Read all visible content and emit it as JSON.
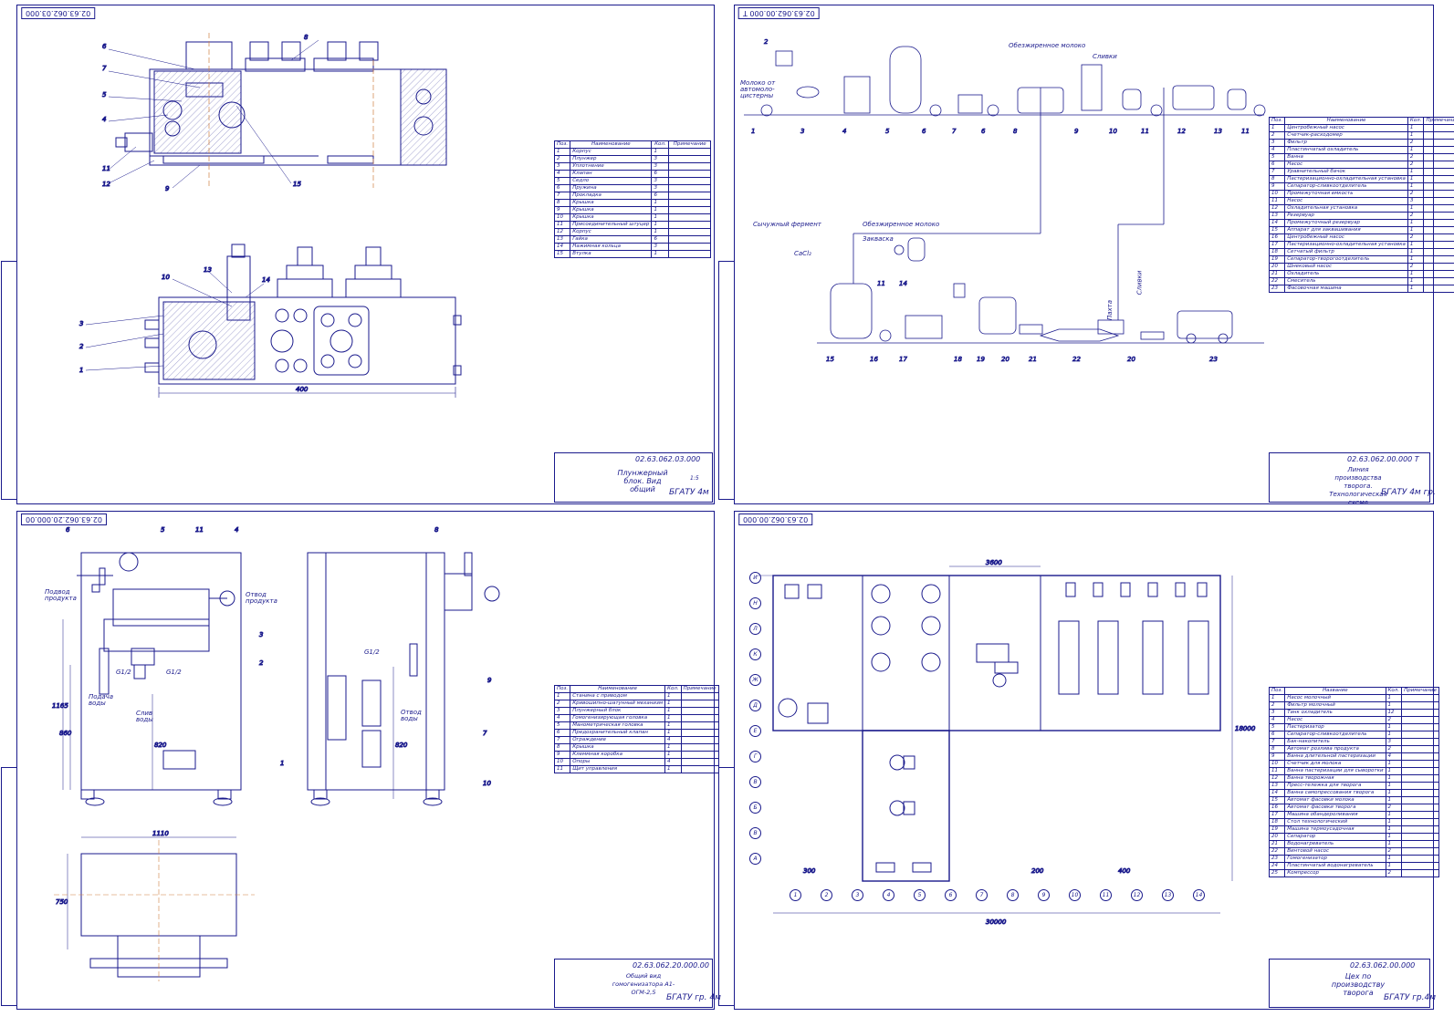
{
  "sheets": {
    "plunger": {
      "code_tab": "02.63.062.03.000",
      "stamp_code": "02.63.062.03.000",
      "stamp_title": "Плунжерный блок. Вид общий",
      "stamp_org": "БГАТУ 4м",
      "stamp_scale": "1:5",
      "dimension": "400",
      "callouts": [
        "1",
        "2",
        "3",
        "4",
        "5",
        "6",
        "7",
        "8",
        "9",
        "10",
        "11",
        "12",
        "13",
        "14",
        "15"
      ],
      "spec_header": [
        "Поз.",
        "Наименование",
        "Кол.",
        "Примечание"
      ],
      "spec_rows": [
        [
          "1",
          "Корпус",
          "1",
          ""
        ],
        [
          "2",
          "Плунжер",
          "3",
          ""
        ],
        [
          "3",
          "Уплотнение",
          "3",
          ""
        ],
        [
          "4",
          "Клапан",
          "6",
          ""
        ],
        [
          "5",
          "Седло",
          "3",
          ""
        ],
        [
          "6",
          "Пружина",
          "3",
          ""
        ],
        [
          "7",
          "Прокладка",
          "6",
          ""
        ],
        [
          "8",
          "Крышка",
          "1",
          ""
        ],
        [
          "9",
          "Крышка",
          "1",
          ""
        ],
        [
          "10",
          "Крышка",
          "1",
          ""
        ],
        [
          "11",
          "Присоединительный штуцер",
          "1",
          ""
        ],
        [
          "12",
          "Корпус",
          "1",
          ""
        ],
        [
          "13",
          "Гайка",
          "6",
          ""
        ],
        [
          "14",
          "Нажимная кольца",
          "3",
          ""
        ],
        [
          "15",
          "Втулка",
          "1",
          ""
        ]
      ]
    },
    "scheme": {
      "code_tab": "02.63.062.00.000 Т",
      "stamp_code": "02.63.062.00.000 Т",
      "stamp_title": "Линия производства творога. Технологическая схема",
      "stamp_org": "БГАТУ 4м гр.",
      "labels": {
        "milk_in": "Молоко от автомоло-цистерны",
        "skim": "Обезжиренное молоко",
        "cream": "Сливки",
        "starter": "Сычужный фермент",
        "skim2": "Обезжиренное молоко",
        "cacl": "CaCl₂",
        "zakvaska": "Закваска",
        "cream2": "Сливки",
        "ice": "Пахта"
      },
      "upper_nums": [
        "1",
        "2",
        "3",
        "4",
        "5",
        "6",
        "7",
        "6",
        "8",
        "9",
        "10",
        "11",
        "12",
        "13",
        "11"
      ],
      "lower_nums": [
        "15",
        "11",
        "14",
        "16",
        "17",
        "18",
        "19",
        "20",
        "21",
        "22",
        "20",
        "23"
      ],
      "spec_header": [
        "Поз.",
        "Наименование",
        "Кол.",
        "Примечание"
      ],
      "spec_rows": [
        [
          "1",
          "Центробежный насос",
          "1",
          ""
        ],
        [
          "2",
          "Счетчик-расходомер",
          "1",
          ""
        ],
        [
          "3",
          "Фильтр",
          "2",
          ""
        ],
        [
          "4",
          "Пластинчатый охладитель",
          "1",
          ""
        ],
        [
          "5",
          "Ванна",
          "2",
          ""
        ],
        [
          "6",
          "Насос",
          "2",
          ""
        ],
        [
          "7",
          "Уравнительный бачок",
          "1",
          ""
        ],
        [
          "8",
          "Пастеризационно-охладительная установка",
          "1",
          ""
        ],
        [
          "9",
          "Сепаратор-сливкоотделитель",
          "1",
          ""
        ],
        [
          "10",
          "Промежуточная емкость",
          "2",
          ""
        ],
        [
          "11",
          "Насос",
          "3",
          ""
        ],
        [
          "12",
          "Охладительная установка",
          "1",
          ""
        ],
        [
          "13",
          "Резервуар",
          "2",
          ""
        ],
        [
          "14",
          "Промежуточный резервуар",
          "1",
          ""
        ],
        [
          "15",
          "Аппарат для заквашивания",
          "1",
          ""
        ],
        [
          "16",
          "Центробежный насос",
          "2",
          ""
        ],
        [
          "17",
          "Пастеризационно-охладительная установка",
          "1",
          ""
        ],
        [
          "18",
          "Сетчатый фильтр",
          "1",
          ""
        ],
        [
          "19",
          "Сепаратор-творогоотделитель",
          "1",
          ""
        ],
        [
          "20",
          "Шнековый насос",
          "2",
          ""
        ],
        [
          "21",
          "Охладитель",
          "1",
          ""
        ],
        [
          "22",
          "Смеситель",
          "1",
          ""
        ],
        [
          "23",
          "Фасовочная машина",
          "1",
          ""
        ]
      ]
    },
    "homogenizer": {
      "code_tab": "02.63.062.20.000.00",
      "stamp_code": "02.63.062.20.000.00",
      "stamp_title": "Общий вид гомогенизатора А1-ОГМ-2,5",
      "stamp_org": "БГАТУ гр. 4м",
      "labels": {
        "feed": "Подвод продукта",
        "out": "Отвод продукта",
        "water_in": "Подача воды",
        "water_drain": "Слив воды",
        "water_out": "Отвод воды",
        "g1": "G1/2",
        "g2": "G1/2",
        "g3": "G1/2",
        "d1": "1165",
        "d2": "860",
        "d3": "820",
        "d4": "820",
        "d5": "1110",
        "d6": "750"
      },
      "callouts": [
        "1",
        "2",
        "3",
        "4",
        "5",
        "6",
        "7",
        "8",
        "9",
        "10",
        "11"
      ],
      "spec_header": [
        "Поз.",
        "Наименование",
        "Кол.",
        "Примечание"
      ],
      "spec_rows": [
        [
          "1",
          "Станина с приводом",
          "1",
          ""
        ],
        [
          "2",
          "Кривошипно-шатунный механизм",
          "1",
          ""
        ],
        [
          "3",
          "Плунжерный блок",
          "1",
          ""
        ],
        [
          "4",
          "Гомогенизирующая головка",
          "1",
          ""
        ],
        [
          "5",
          "Манометрическая головка",
          "1",
          ""
        ],
        [
          "6",
          "Предохранительный клапан",
          "1",
          ""
        ],
        [
          "7",
          "Ограждение",
          "4",
          ""
        ],
        [
          "8",
          "Крышка",
          "1",
          ""
        ],
        [
          "9",
          "Клеммная коробка",
          "1",
          ""
        ],
        [
          "10",
          "Опоры",
          "4",
          ""
        ],
        [
          "11",
          "Щит управления",
          "1",
          ""
        ]
      ]
    },
    "plan": {
      "code_tab": "02.63.062.00.000",
      "stamp_code": "02.63.062.00.000",
      "stamp_title": "Цех по производству творога",
      "stamp_org": "БГАТУ гр.4м",
      "dims": {
        "top": "3600",
        "right": "18000",
        "bottom": "30000",
        "a": "300",
        "b": "200",
        "c": "400"
      },
      "row_axes": [
        "И",
        "Н",
        "Л",
        "К",
        "Ж",
        "Д",
        "Е",
        "Г",
        "В",
        "Б",
        "В",
        "А"
      ],
      "col_axes": [
        "1",
        "2",
        "3",
        "4",
        "5",
        "6",
        "7",
        "8",
        "9",
        "10",
        "11",
        "12",
        "13",
        "14"
      ],
      "spec_header": [
        "Поз.",
        "Название",
        "Кол.",
        "Примечание"
      ],
      "spec_rows": [
        [
          "1",
          "Насос молочный",
          "1",
          ""
        ],
        [
          "2",
          "Фильтр молочный",
          "1",
          ""
        ],
        [
          "3",
          "Танк охладитель",
          "12",
          ""
        ],
        [
          "4",
          "Насос",
          "2",
          ""
        ],
        [
          "5",
          "Пастеризатор",
          "1",
          ""
        ],
        [
          "6",
          "Сепаратор-сливкоотделитель",
          "1",
          ""
        ],
        [
          "7",
          "Бак-накопитель",
          "3",
          ""
        ],
        [
          "8",
          "Автомат розлива продукта",
          "2",
          ""
        ],
        [
          "9",
          "Ванна длительной пастеризации",
          "4",
          ""
        ],
        [
          "10",
          "Счетчик для молока",
          "1",
          ""
        ],
        [
          "11",
          "Ванна пастеризации для сыворотки",
          "1",
          ""
        ],
        [
          "12",
          "Ванна творожная",
          "1",
          ""
        ],
        [
          "13",
          "Пресс-тележка для творога",
          "1",
          ""
        ],
        [
          "14",
          "Ванна самопрессования творога",
          "1",
          ""
        ],
        [
          "15",
          "Автомат фасовки молока",
          "1",
          ""
        ],
        [
          "16",
          "Автомат фасовки творога",
          "2",
          ""
        ],
        [
          "17",
          "Машина обандероливания",
          "1",
          ""
        ],
        [
          "18",
          "Стол технологический",
          "1",
          ""
        ],
        [
          "19",
          "Машина термоусадочная",
          "1",
          ""
        ],
        [
          "20",
          "Сепаратор",
          "1",
          ""
        ],
        [
          "21",
          "Водонагреватель",
          "1",
          ""
        ],
        [
          "22",
          "Винтовой насос",
          "2",
          ""
        ],
        [
          "23",
          "Гомогенизатор",
          "1",
          ""
        ],
        [
          "24",
          "Пластинчатый водонагреватель",
          "1",
          ""
        ],
        [
          "25",
          "Компрессор",
          "2",
          ""
        ]
      ]
    }
  }
}
